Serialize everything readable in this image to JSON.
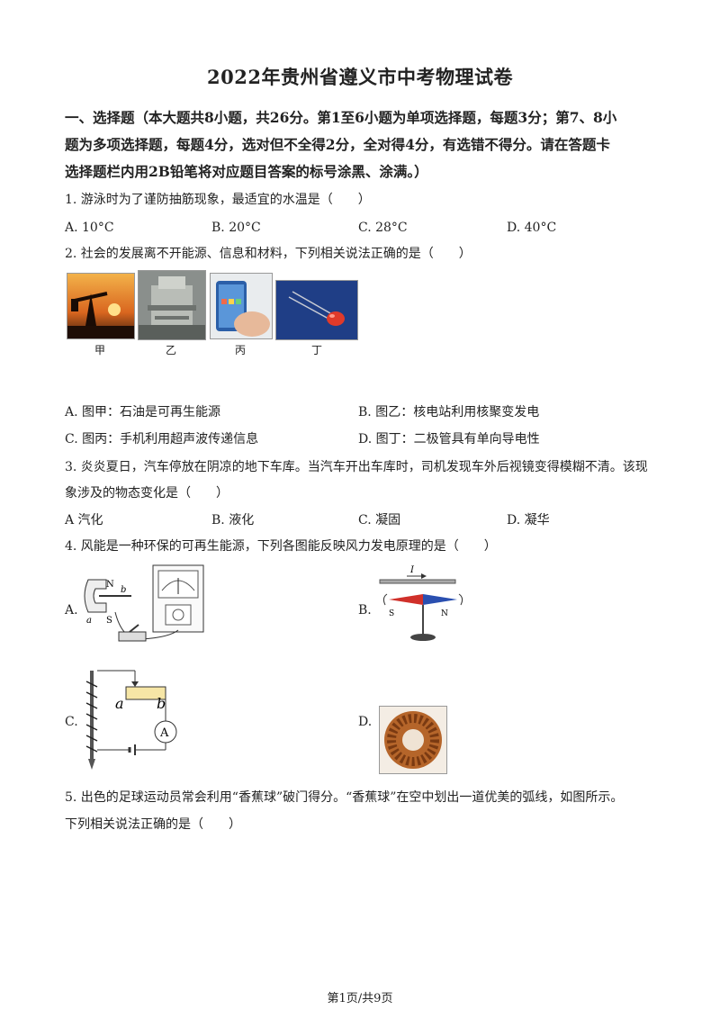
{
  "title": "2022年贵州省遵义市中考物理试卷",
  "section": {
    "line1": "一、选择题（本大题共8小题，共26分。第1至6小题为单项选择题，每题3分；第7、8小",
    "line2": "题为多项选择题，每题4分，选对但不全得2分，全对得4分，有选错不得分。请在答题卡",
    "line3": "选择题栏内用2B铅笔将对应题目答案的标号涂黑、涂满。）"
  },
  "q1": {
    "text": "1. 游泳时为了谨防抽筋现象，最适宜的水温是（　　）",
    "options": [
      "A.  10°C",
      "B.  20°C",
      "C.  28°C",
      "D.  40°C"
    ]
  },
  "q2": {
    "text": "2. 社会的发展离不开能源、信息和材料，下列相关说法正确的是（　　）",
    "captions": [
      "甲",
      "乙",
      "丙",
      "丁"
    ],
    "options": [
      "A. 图甲：石油是可再生能源",
      "B. 图乙：核电站利用核聚变发电",
      "C. 图丙：手机利用超声波传递信息",
      "D. 图丁：二极管具有单向导电性"
    ]
  },
  "q3": {
    "line1": "3. 炎炎夏日，汽车停放在阴凉的地下车库。当汽车开出车库时，司机发现车外后视镜变得模糊不清。该现",
    "line2": "象涉及的物态变化是（　　）",
    "options": [
      "A  汽化",
      "B. 液化",
      "C. 凝固",
      "D. 凝华"
    ]
  },
  "q4": {
    "text": "4. 风能是一种环保的可再生能源，下列各图能反映风力发电原理的是（　　）",
    "labels": [
      "A.",
      "B.",
      "C.",
      "D."
    ],
    "figA": {
      "n": "N",
      "s": "S",
      "a": "a",
      "b": "b"
    },
    "figB": {
      "current": "I",
      "s": "S",
      "n": "N"
    },
    "figC": {
      "a": "a",
      "b": "b",
      "meter": "A"
    }
  },
  "q5": {
    "line1": "5. 出色的足球运动员常会利用“香蕉球”破门得分。“香蕉球”在空中划出一道优美的弧线，如图所示。",
    "line2": "下列相关说法正确的是（　　）"
  },
  "footer": "第1页/共9页"
}
